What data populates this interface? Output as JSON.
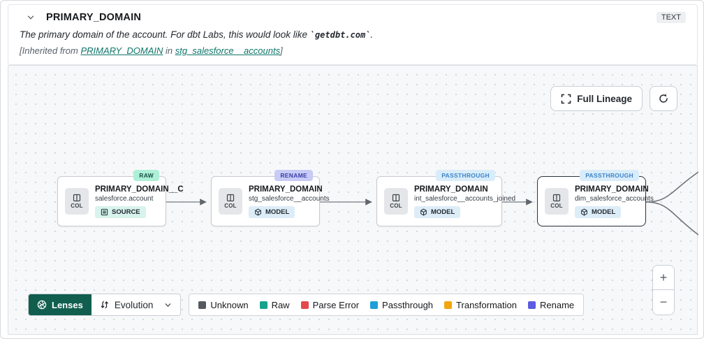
{
  "header": {
    "title": "PRIMARY_DOMAIN",
    "type_badge": "TEXT",
    "description_prefix": "The primary domain of the account. For dbt Labs, this would look like ",
    "description_code": "`getdbt.com`",
    "description_suffix": ".",
    "inherited_prefix": "[Inherited from ",
    "inherited_link_column": "PRIMARY_DOMAIN",
    "inherited_middle": " in ",
    "inherited_link_model": "stg_salesforce__accounts",
    "inherited_suffix": "]"
  },
  "canvas": {
    "full_lineage_label": "Full Lineage",
    "zoom_in": "+",
    "zoom_out": "−",
    "nodes": [
      {
        "badge": "RAW",
        "title": "PRIMARY_DOMAIN__C",
        "subtitle": "salesforce.account",
        "kind": "SOURCE",
        "col_label": "COL",
        "selected": false
      },
      {
        "badge": "RENAME",
        "title": "PRIMARY_DOMAIN",
        "subtitle": "stg_salesforce__accounts",
        "kind": "MODEL",
        "col_label": "COL",
        "selected": false
      },
      {
        "badge": "PASSTHROUGH",
        "title": "PRIMARY_DOMAIN",
        "subtitle": "int_salesforce__accounts_joined",
        "kind": "MODEL",
        "col_label": "COL",
        "selected": false
      },
      {
        "badge": "PASSTHROUGH",
        "title": "PRIMARY_DOMAIN",
        "subtitle": "dim_salesforce_accounts",
        "kind": "MODEL",
        "col_label": "COL",
        "selected": true
      }
    ]
  },
  "toolbar": {
    "lenses_label": "Lenses",
    "lens_selected": "Evolution",
    "legend": [
      {
        "label": "Unknown",
        "color": "#55595f"
      },
      {
        "label": "Raw",
        "color": "#17a28d"
      },
      {
        "label": "Parse Error",
        "color": "#e3484d"
      },
      {
        "label": "Passthrough",
        "color": "#1c9fd8"
      },
      {
        "label": "Transformation",
        "color": "#f2a50c"
      },
      {
        "label": "Rename",
        "color": "#5c5ce0"
      }
    ]
  }
}
